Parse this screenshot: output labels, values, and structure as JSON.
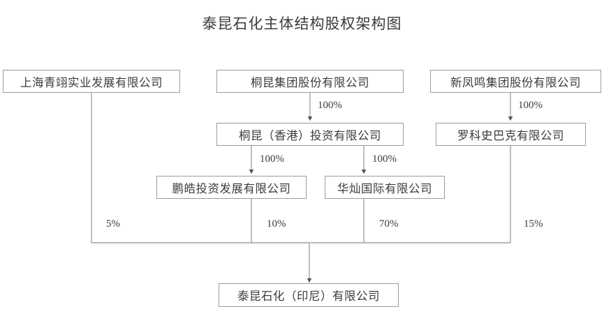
{
  "diagram": {
    "title": "泰昆石化主体结构股权架构图",
    "background_color": "#ffffff",
    "line_color": "#9b9b9b",
    "text_color": "#3b3b3b",
    "nodes": [
      {
        "id": "shanghai-qingyi",
        "label": "上海青翊实业发展有限公司"
      },
      {
        "id": "tongkun-group",
        "label": "桐昆集团股份有限公司"
      },
      {
        "id": "xinfengming",
        "label": "新凤鸣集团股份有限公司"
      },
      {
        "id": "tongkun-hk",
        "label": "桐昆（香港）投资有限公司"
      },
      {
        "id": "luokeshibake",
        "label": "罗科史巴克有限公司"
      },
      {
        "id": "penghao",
        "label": "鹏皓投资发展有限公司"
      },
      {
        "id": "huacan",
        "label": "华灿国际有限公司"
      },
      {
        "id": "taikun",
        "label": "泰昆石化（印尼）有限公司"
      }
    ],
    "edges": [
      {
        "id": "tongkun-group-to-hk",
        "from": "tongkun-group",
        "to": "tongkun-hk",
        "label": "100%"
      },
      {
        "id": "xinfengming-to-luoke",
        "from": "xinfengming",
        "to": "luokeshibake",
        "label": "100%"
      },
      {
        "id": "hk-to-penghao",
        "from": "tongkun-hk",
        "to": "penghao",
        "label": "100%"
      },
      {
        "id": "hk-to-huacan",
        "from": "tongkun-hk",
        "to": "huacan",
        "label": "100%"
      },
      {
        "id": "qingyi-to-taikun",
        "from": "shanghai-qingyi",
        "to": "taikun",
        "label": "5%"
      },
      {
        "id": "penghao-to-taikun",
        "from": "penghao",
        "to": "taikun",
        "label": "10%"
      },
      {
        "id": "huacan-to-taikun",
        "from": "huacan",
        "to": "taikun",
        "label": "70%"
      },
      {
        "id": "luoke-to-taikun",
        "from": "luokeshibake",
        "to": "taikun",
        "label": "15%"
      }
    ]
  }
}
